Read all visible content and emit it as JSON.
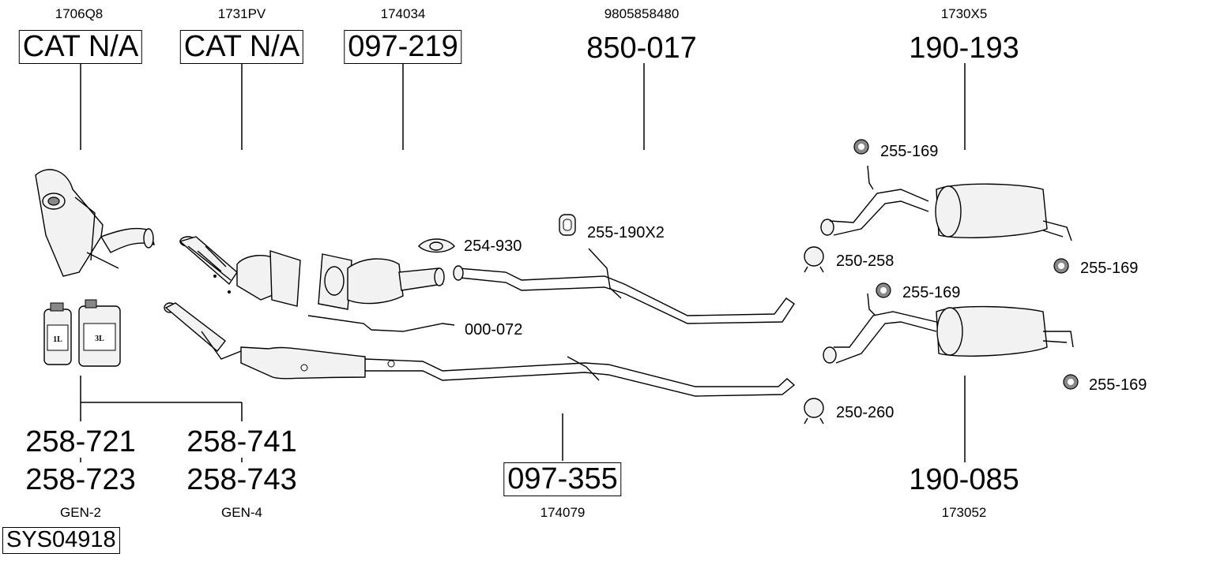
{
  "top": {
    "ref1": "1706Q8",
    "part1": "CAT N/A",
    "ref2": "1731PV",
    "part2": "CAT N/A",
    "ref3": "174034",
    "part3": "097-219",
    "ref4": "9805858480",
    "part4": "850-017",
    "ref5": "1730X5",
    "part5": "190-193"
  },
  "bottom": {
    "a1": "258-721",
    "a2": "258-723",
    "a_ref": "GEN-2",
    "b1": "258-741",
    "b2": "258-743",
    "b_ref": "GEN-4",
    "c": "097-355",
    "c_ref": "174079",
    "d": "190-085",
    "d_ref": "173052"
  },
  "system": "SYS04918",
  "small_parts": {
    "clamp": "254-930",
    "hanger": "255-190X2",
    "bracket": "000-072",
    "clamp2": "250-258",
    "clamp3": "250-260",
    "rubber1": "255-169",
    "rubber2": "255-169",
    "rubber3": "255-169",
    "rubber4": "255-169"
  },
  "containers": {
    "small": "1L",
    "large": "3L"
  }
}
